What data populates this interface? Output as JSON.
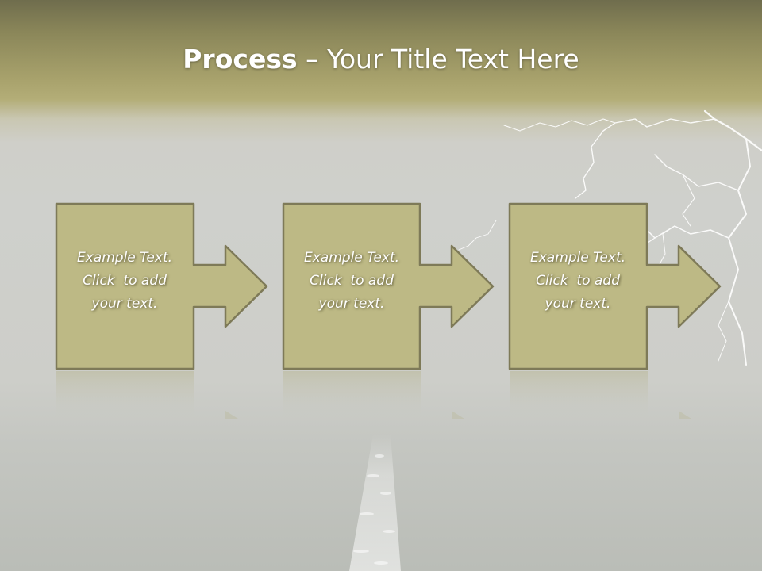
{
  "slide": {
    "title_bold": "Process",
    "title_dash": " – ",
    "title_rest": "Your Title Text Here"
  },
  "steps": [
    {
      "line1": "Example Text.",
      "line2": "Click  to add",
      "line3": "your text."
    },
    {
      "line1": "Example Text.",
      "line2": "Click  to add",
      "line3": "your text."
    },
    {
      "line1": "Example Text.",
      "line2": "Click  to add",
      "line3": "your text."
    }
  ],
  "colors": {
    "box_fill": "#bdb985",
    "box_stroke": "#7e7a58",
    "header_band": "#a8a26c"
  }
}
